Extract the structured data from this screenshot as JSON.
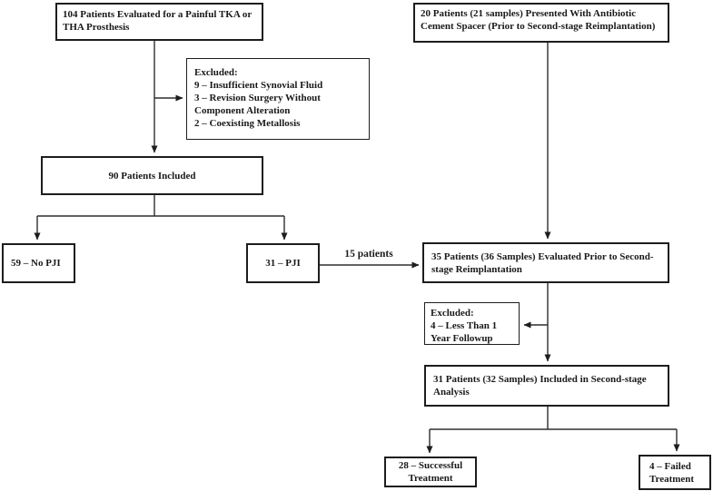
{
  "colors": {
    "box_border": "#1d1d1d",
    "connector_line": "#2e2e2e",
    "text": "#1a1a1a",
    "background": "#ffffff"
  },
  "diagram": {
    "boxes": {
      "evaluated": {
        "text": "104 Patients Evaluated for a Painful TKA or THA Prosthesis"
      },
      "spacer": {
        "text": "20 Patients (21 samples) Presented With Antibiotic Cement Spacer (Prior to Second-stage Reimplantation)"
      },
      "excluded_initial": {
        "title": "Excluded:",
        "items": [
          "9 – Insufficient Synovial Fluid",
          "3 – Revision Surgery Without Component Alteration",
          "2 – Coexisting Metallosis"
        ]
      },
      "included": {
        "text": "90 Patients Included"
      },
      "no_pji": {
        "text": "59 – No PJI"
      },
      "pji": {
        "text": "31 – PJI"
      },
      "second_stage_eval": {
        "text": "35 Patients (36 Samples) Evaluated Prior to Second-stage Reimplantation"
      },
      "excluded_followup": {
        "title": "Excluded:",
        "items": [
          "4 – Less Than 1 Year Followup"
        ]
      },
      "second_stage_analysis": {
        "text": "31 Patients (32 Samples) Included in Second-stage Analysis"
      },
      "successful": {
        "text": "28 – Successful Treatment"
      },
      "failed": {
        "text": "4 – Failed Treatment"
      }
    },
    "edge_labels": {
      "pji_to_second_stage": "15 patients"
    }
  }
}
